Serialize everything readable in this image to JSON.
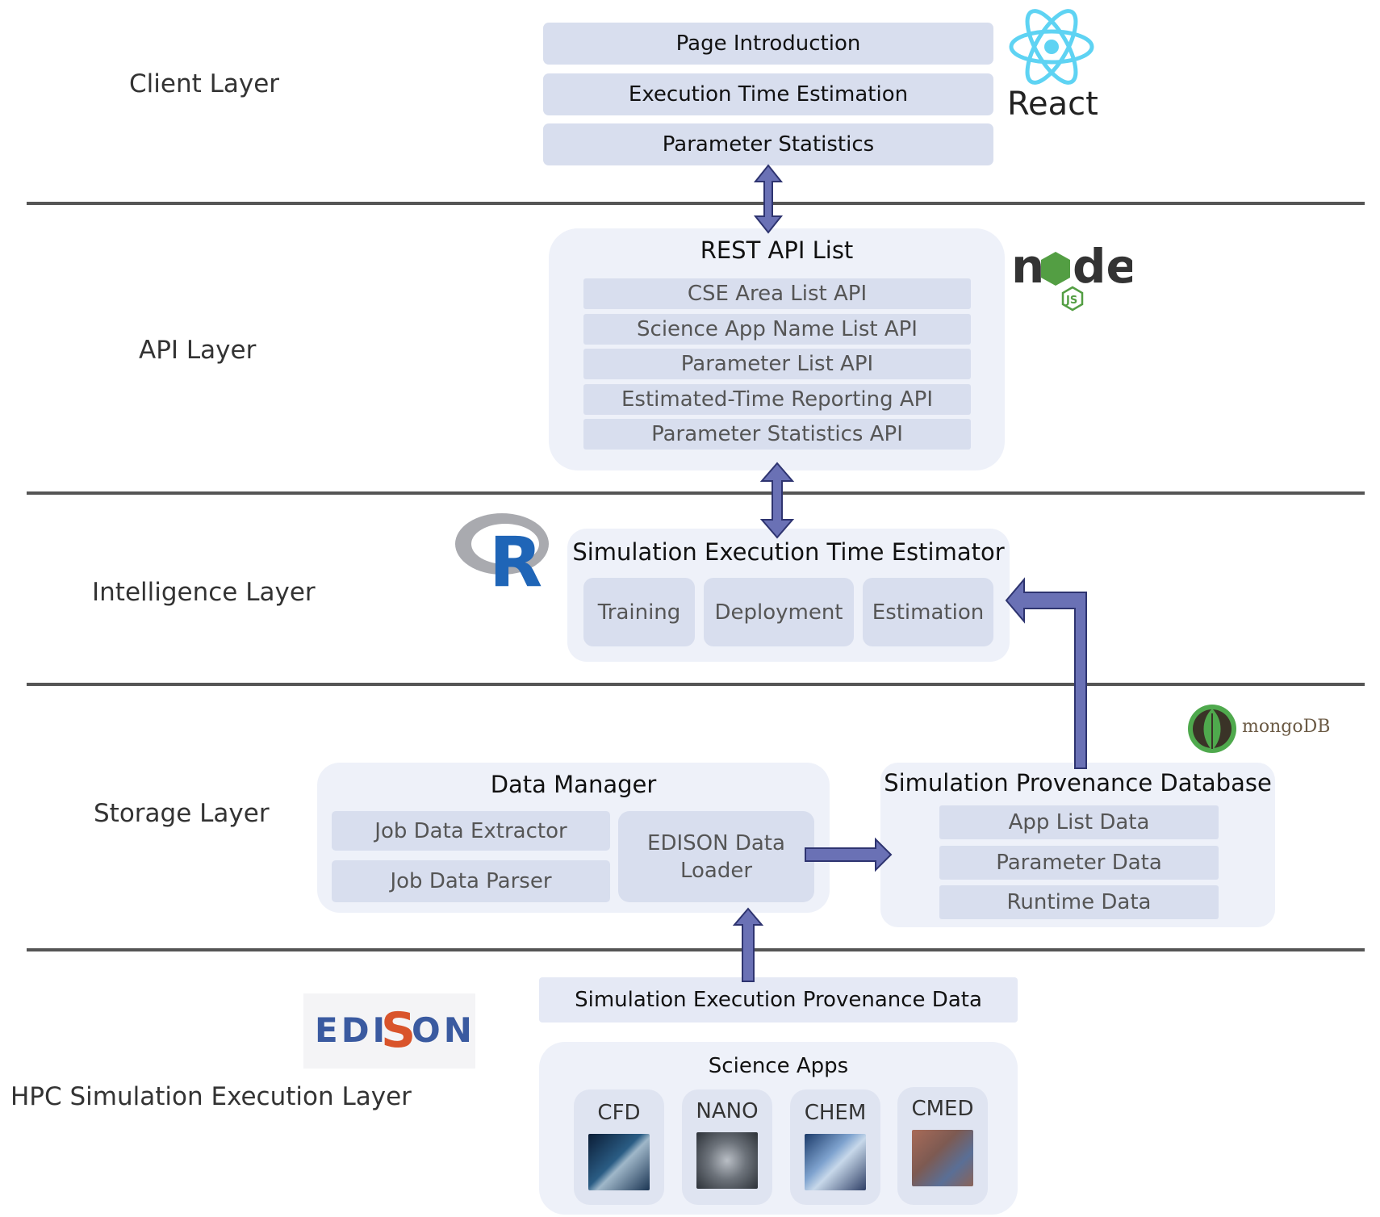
{
  "layers": {
    "client": "Client Layer",
    "api": "API Layer",
    "intelligence": "Intelligence Layer",
    "storage": "Storage Layer",
    "hpc": "HPC Simulation Execution Layer"
  },
  "client": {
    "items": [
      "Page Introduction",
      "Execution Time Estimation",
      "Parameter Statistics"
    ]
  },
  "api": {
    "title": "REST API List",
    "items": [
      "CSE Area List API",
      "Science App Name List API",
      "Parameter List API",
      "Estimated-Time Reporting API",
      "Parameter Statistics API"
    ]
  },
  "intelligence": {
    "title": "Simulation Execution Time Estimator",
    "items": [
      "Training",
      "Deployment",
      "Estimation"
    ]
  },
  "storage": {
    "manager": {
      "title": "Data Manager",
      "extractor": "Job Data Extractor",
      "parser": "Job Data Parser",
      "loader_line1": "EDISON Data",
      "loader_line2": "Loader"
    },
    "database": {
      "title": "Simulation Provenance Database",
      "items": [
        "App List Data",
        "Parameter Data",
        "Runtime Data"
      ]
    }
  },
  "hpc": {
    "provenance": "Simulation Execution Provenance Data",
    "apps_title": "Science Apps",
    "apps": [
      "CFD",
      "NANO",
      "CHEM",
      "CMED"
    ]
  },
  "logos": {
    "react": "React",
    "node": "node",
    "node_js": "JS",
    "r": "R",
    "mongo": "mongoDB",
    "edison_left": "EDI",
    "edison_mid": "S",
    "edison_right": "ON"
  },
  "colors": {
    "arrow_fill": "#6a71b5",
    "arrow_stroke": "#2e3470",
    "box": "#d8deee",
    "panel": "#eef1f9",
    "react": "#5ed3f3",
    "node_green": "#539e43",
    "r_blue": "#1f65b7",
    "mongo_green": "#4fa94d"
  }
}
